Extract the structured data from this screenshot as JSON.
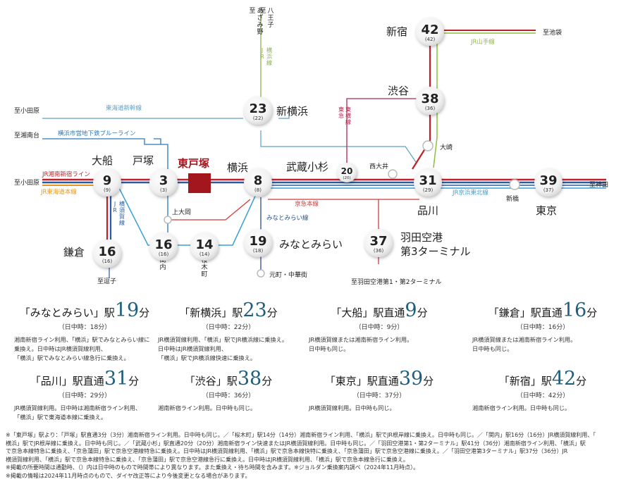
{
  "stations": {
    "higashitotsuka": "東戸塚",
    "totsuka": "戸塚",
    "ofuna": "大船",
    "kamakura": "鎌倉",
    "kannai": "関内",
    "sakuragicho": "桜木町",
    "kamiooka": "上大岡",
    "yokohama": "横浜",
    "shinyokohama": "新横浜",
    "minatomirai": "みなとみらい",
    "motomachi": "元町・中華街",
    "musashikosugi": "武蔵小杉",
    "nishioi": "西大井",
    "osaki": "大崎",
    "shinagawa": "品川",
    "shinbashi": "新橋",
    "tokyo": "東京",
    "shibuya": "渋谷",
    "shinjuku": "新宿",
    "haneda_3": "羽田空港\n第3ターミナル"
  },
  "times": {
    "ofuna": [
      "9",
      "(9)"
    ],
    "totsuka": [
      "3",
      "(3)"
    ],
    "yokohama": [
      "8",
      "(8)"
    ],
    "shinyokohama": [
      "23",
      "(22)"
    ],
    "musashikosugi": [
      "20",
      "(20)"
    ],
    "shinagawa": [
      "31",
      "(29)"
    ],
    "tokyo": [
      "39",
      "(37)"
    ],
    "shibuya": [
      "38",
      "(36)"
    ],
    "shinjuku": [
      "42",
      "(42)"
    ],
    "kamakura": [
      "16",
      "(16)"
    ],
    "kannai": [
      "16",
      "(16)"
    ],
    "sakuragicho": [
      "14",
      "(14)"
    ],
    "minatomirai": [
      "19",
      "(18)"
    ],
    "haneda": [
      "37",
      "(36)"
    ]
  },
  "directions": {
    "odawara_1": "至小田原",
    "shonandai": "至湘南台",
    "odawara_2": "至小田原",
    "azamino": "至\nあざみ野",
    "hachioji": "至\n八王子",
    "ikebukuro": "至池袋",
    "kanda": "至神田",
    "zushi": "至逗子",
    "haneda_12": "至羽田空港第1・第2ターミナル"
  },
  "lines": {
    "tokaido_shinkansen": "東海道新幹線",
    "blue_line": "横浜市営地下鉄ブルーライン",
    "shonan_shinjuku": "JR湘南新宿ライン",
    "tokaido_main": "JR東海道本線",
    "yokosuka": "JR\n横須賀線",
    "yokohama_line": "JR\n横浜線",
    "toyoko": "東急\n東横線",
    "yamanote": "JR山手線",
    "keihin_tohoku": "JR京浜東北線",
    "keikyu": "京急本線",
    "minatomirai_line": "みなとみらい線"
  },
  "cards": [
    {
      "pre": "「みなとみらい」駅",
      "num": "19",
      "post": "分",
      "sub": "（日中時：18分）",
      "desc": [
        "湘南新宿ライン利用、「横浜」駅でみなとみらい線に",
        "乗換え。日中時はJR横須賀線利用、",
        "「横浜」駅でみなとみらい線急行に乗換え。"
      ]
    },
    {
      "pre": "「新横浜」駅",
      "num": "23",
      "post": "分",
      "sub": "（日中時：22分）",
      "desc": [
        "JR横須賀線利用、「横浜」駅でJR横浜線に乗換え。",
        "日中時はJR横須賀線利用、",
        "「横浜」駅でJR横浜線快速に乗換え。"
      ]
    },
    {
      "pre": "「大船」駅直通",
      "num": "9",
      "post": "分",
      "sub": "（日中時：9分）",
      "desc": [
        "JR横須賀線または湘南新宿ライン利用。",
        "日中時も同じ。"
      ]
    },
    {
      "pre": "「鎌倉」駅直通",
      "num": "16",
      "post": "分",
      "sub": "（日中時：16分）",
      "desc": [
        "JR横須賀線または湘南新宿ライン利用。",
        "日中時も同じ。"
      ]
    },
    {
      "pre": "「品川」駅直通",
      "num": "31",
      "post": "分",
      "sub": "（日中時：29分）",
      "desc": [
        "JR横須賀線利用。日中時は湘南新宿ライン利用、",
        "「横浜」駅で東海道本線に乗換え。"
      ]
    },
    {
      "pre": "「渋谷」駅",
      "num": "38",
      "post": "分",
      "sub": "（日中時：36分）",
      "desc": [
        "湘南新宿ライン利用。日中時も同じ。"
      ]
    },
    {
      "pre": "「東京」駅直通",
      "num": "39",
      "post": "分",
      "sub": "（日中時：37分）",
      "desc": [
        "JR横須賀線利用。日中時も同じ。"
      ]
    },
    {
      "pre": "「新宿」駅",
      "num": "42",
      "post": "分",
      "sub": "（日中時：42分）",
      "desc": [
        "湘南新宿ライン利用。日中時も同じ。"
      ]
    }
  ],
  "notes": [
    "※「東戸塚」駅より：「戸塚」駅直通3分（3分）湘南新宿ライン利用。日中時も同じ。／「桜木町」駅14分（14分）湘南新宿ライン利用、「横浜」駅でJR根岸線に乗換え。日中時も同じ。／「関内」駅16分（16分）JR横須賀線利用、「",
    "横浜」駅でJR根岸線に乗換え。日中時も同じ。／「武蔵小杉」駅直通20分（20分）湘南新宿ライン快速またはJR横須賀線利用。日中時も同じ。／「羽田空港第1・第2ターミナル」駅41分（36分）湘南新宿ライン利用、「横浜」駅",
    "で京急本線特急に乗換え、「京急蒲田」駅で京急空港線特急に乗換え。日中時はJR横須賀線利用、「横浜」駅で京急本線快特に乗換え、「京急蒲田」駅で京急空港線に乗換え。／「羽田空港第3ターミナル」駅37分（36分）JR",
    "横須賀線利用、「横浜」駅で京急本線特急に乗換え、「京急蒲田」駅で京急空港線急行に乗換え。日中時はJR横須賀線利用、「横浜」駅で京急本線急行に乗換え。",
    "※掲載の所要時間は通勤時、（）内は日中時のもので時間帯により異なります。また乗換え・待ち時間を含みます。※ジョルダン乗換案内調べ（2024年11月時点）。",
    "※掲載の情報は2024年11月時点のもので、ダイヤ改正等により今後変更となる場合があります。"
  ],
  "colors": {
    "jr_blue": "#2a5b9c",
    "jr_red": "#c0202a",
    "shinkansen": "#5aa0c8",
    "blue_line": "#2d78b8",
    "yokohama_line": "#8db04a",
    "toyoko": "#b2264d",
    "yamanote": "#8cbf3a",
    "keihin_tohoku": "#3aa0d8",
    "keikyu": "#d23a3a",
    "minatomirai_line": "#2a4f8c",
    "highlight": "#a3161d"
  }
}
